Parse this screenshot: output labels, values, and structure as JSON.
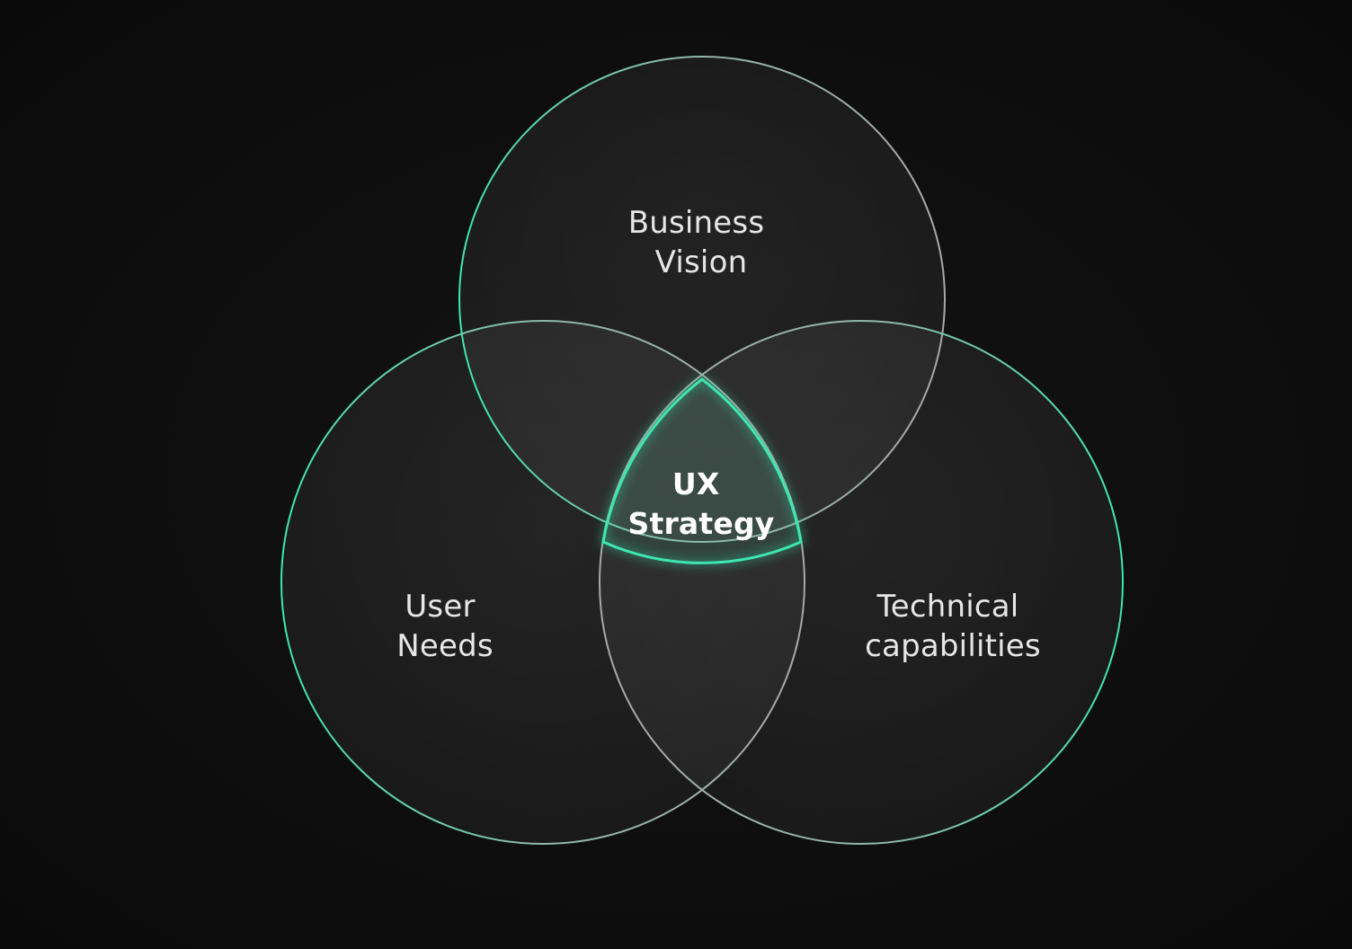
{
  "diagram": {
    "type": "venn",
    "background_color": "#0d0d0d",
    "accent_color": "#3ee6b0",
    "outline_color": "#9a9a9a",
    "circles": {
      "top": {
        "lines": [
          "Business",
          "Vision"
        ]
      },
      "left": {
        "lines": [
          "User",
          "Needs"
        ]
      },
      "right": {
        "lines": [
          "Technical",
          "capabilities"
        ]
      }
    },
    "center": {
      "lines": [
        "UX",
        "Strategy"
      ]
    }
  }
}
